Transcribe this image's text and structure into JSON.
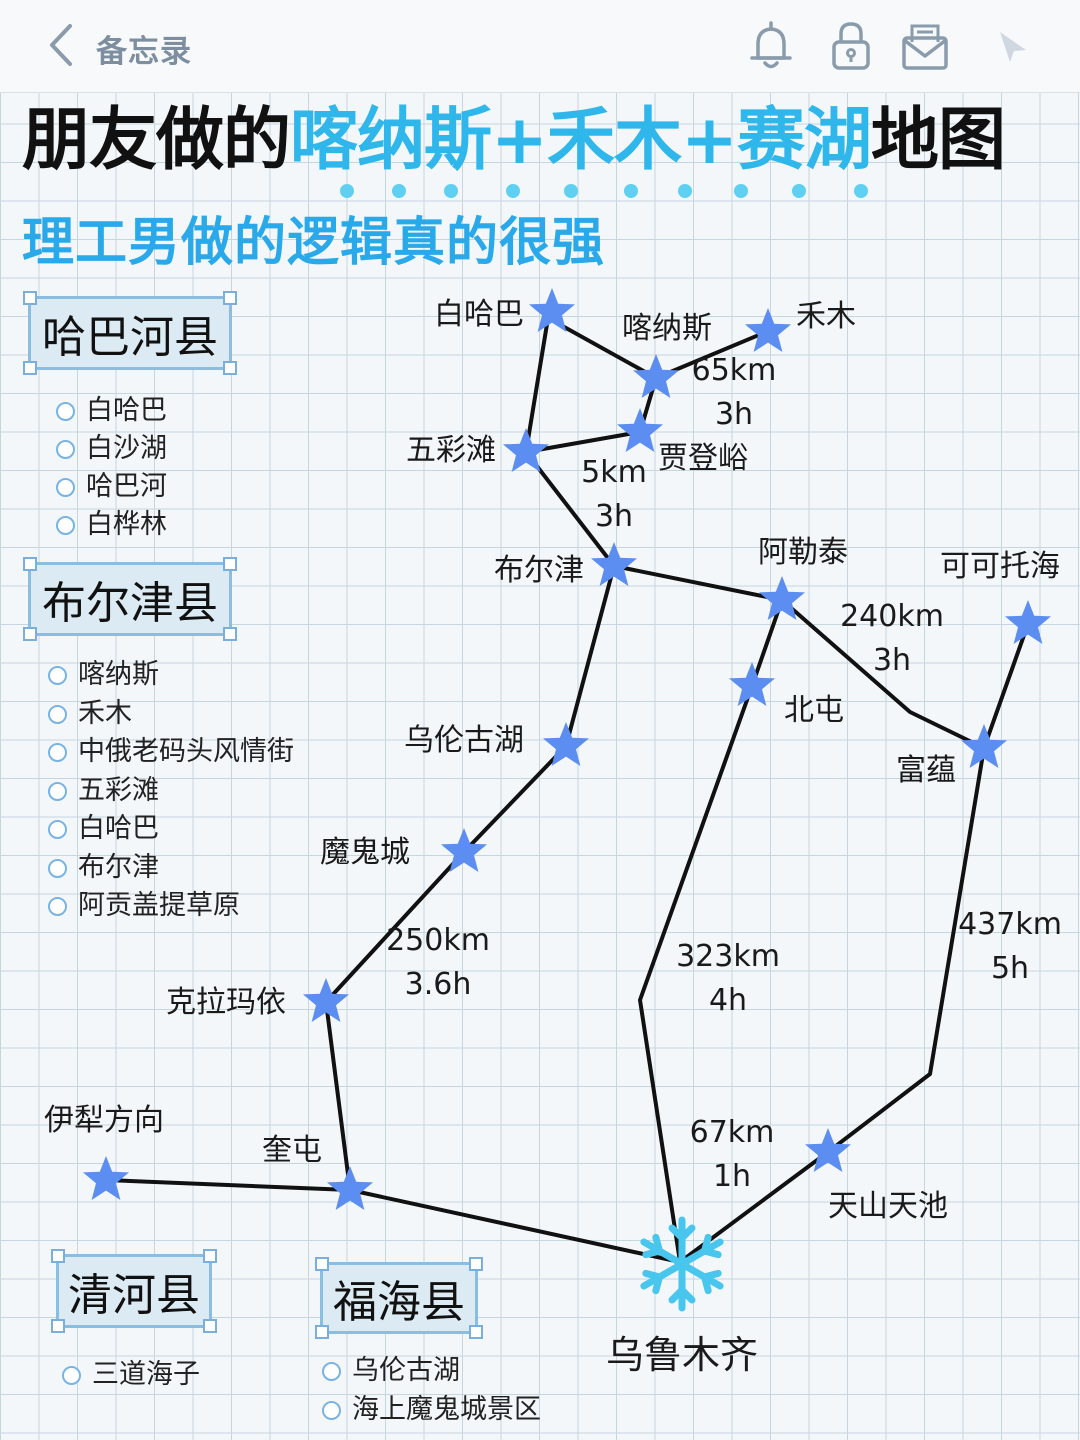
{
  "topbar": {
    "title": "备忘录"
  },
  "heading": {
    "part1": "朋友做的",
    "highlight": "喀纳斯+禾木+赛湖",
    "part2": "地图"
  },
  "subtitle": "理工男做的逻辑真的很强",
  "counties": {
    "habahe": {
      "name": "哈巴河县",
      "items": [
        "白哈巴",
        "白沙湖",
        "哈巴河",
        "白桦林"
      ]
    },
    "burqin": {
      "name": "布尔津县",
      "items": [
        "喀纳斯",
        "禾木",
        "中俄老码头风情街",
        "五彩滩",
        "白哈巴",
        "布尔津",
        "阿贡盖提草原"
      ]
    },
    "qinghe": {
      "name": "清河县",
      "items": [
        "三道海子"
      ]
    },
    "fuhai": {
      "name": "福海县",
      "items": [
        "乌伦古湖",
        "海上魔鬼城景区"
      ]
    }
  },
  "places": {
    "baihaba": "白哈巴",
    "kanas": "喀纳斯",
    "hemu": "禾木",
    "wucaitan": "五彩滩",
    "jiadengyu": "贾登峪",
    "burqin": "布尔津",
    "altay": "阿勒泰",
    "keketuohai": "可可托海",
    "beitun": "北屯",
    "fuyun": "富蕴",
    "ulungur": "乌伦古湖",
    "devilcity": "魔鬼城",
    "karamay": "克拉玛依",
    "yili": "伊犁方向",
    "kuitun": "奎屯",
    "tianchi": "天山天池",
    "urumqi": "乌鲁木齐"
  },
  "distances": {
    "kanas_jiadengyu": {
      "km": "65km",
      "h": "3h"
    },
    "wucaitan_burqin": {
      "km": "5km",
      "h": "3h"
    },
    "altay_fuyun": {
      "km": "240km",
      "h": "3h"
    },
    "devilcity_karamay": {
      "km": "250km",
      "h": "3.6h"
    },
    "beitun_urumqi": {
      "km": "323km",
      "h": "4h"
    },
    "fuyun_tianchi": {
      "km": "437km",
      "h": "5h"
    },
    "tianchi_urumqi": {
      "km": "67km",
      "h": "1h"
    }
  },
  "colors": {
    "star": "#5b8ef0",
    "snowflake": "#49c6ee",
    "route": "#111111",
    "highlight": "#2fb7ec"
  },
  "icons": [
    "back-chevron-icon",
    "bell-icon",
    "lock-icon",
    "mail-icon",
    "share-arrow-icon"
  ]
}
